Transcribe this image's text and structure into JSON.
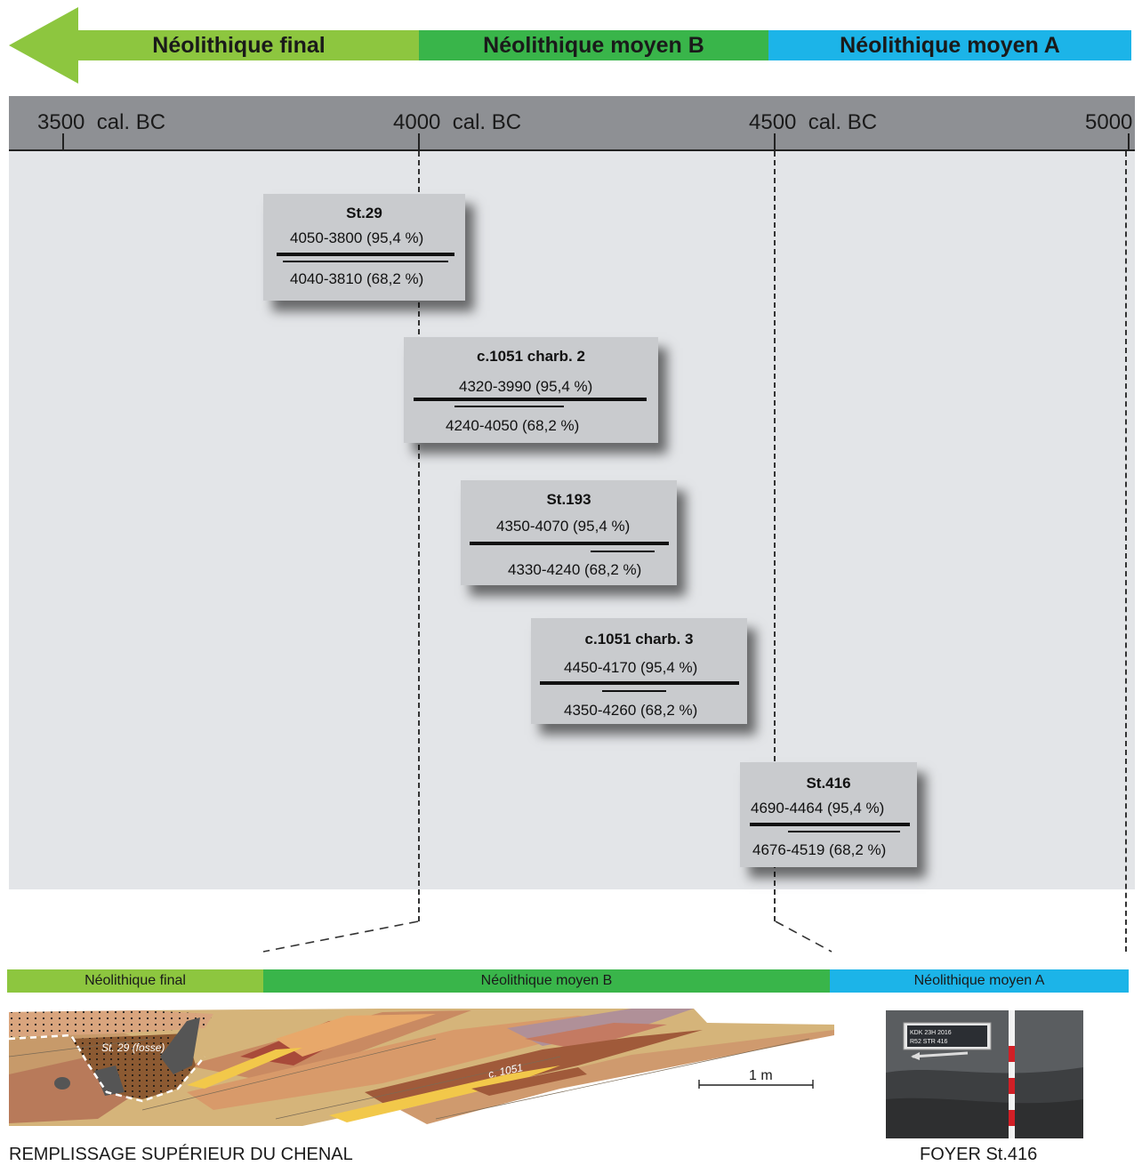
{
  "periods_top": [
    {
      "label": "Néolithique final",
      "color": "#8dc63f"
    },
    {
      "label": "Néolithique moyen B",
      "color": "#39b54a"
    },
    {
      "label": "Néolithique moyen A",
      "color": "#1cb4e8"
    }
  ],
  "axis": {
    "ticks": [
      {
        "value": "3500",
        "unit": "cal. BC"
      },
      {
        "value": "4000",
        "unit": "cal. BC"
      },
      {
        "value": "4500",
        "unit": "cal. BC"
      },
      {
        "value": "5000",
        "unit": ""
      }
    ],
    "bar_color": "#8e9094",
    "plot_background": "#e3e5e8"
  },
  "dates": [
    {
      "name": "St.29",
      "range_95": "4050-3800 (95,4 %)",
      "range_68": "4040-3810 (68,2 %)",
      "from_95": 4050,
      "to_95": 3800,
      "from_68": 4040,
      "to_68": 3810
    },
    {
      "name": "c.1051 charb. 2",
      "range_95": "4320-3990 (95,4 %)",
      "range_68": "4240-4050 (68,2 %)",
      "from_95": 4320,
      "to_95": 3990,
      "from_68": 4240,
      "to_68": 4050
    },
    {
      "name": "St.193",
      "range_95": "4350-4070 (95,4 %)",
      "range_68": "4330-4240 (68,2 %)",
      "from_95": 4350,
      "to_95": 4070,
      "from_68": 4330,
      "to_68": 4240
    },
    {
      "name": "c.1051 charb. 3",
      "range_95": "4450-4170 (95,4 %)",
      "range_68": "4350-4260 (68,2 %)",
      "from_95": 4450,
      "to_95": 4170,
      "from_68": 4350,
      "to_68": 4260
    },
    {
      "name": "St.416",
      "range_95": "4690-4464 (95,4 %)",
      "range_68": "4676-4519 (68,2 %)",
      "from_95": 4690,
      "to_95": 4464,
      "from_68": 4676,
      "to_68": 4519
    }
  ],
  "periods_bottom": [
    {
      "label": "Néolithique final",
      "color": "#8dc63f"
    },
    {
      "label": "Néolithique moyen B",
      "color": "#39b54a"
    },
    {
      "label": "Néolithique moyen A",
      "color": "#1cb4e8"
    }
  ],
  "section": {
    "feature_label": "St. 29 (fosse)",
    "layer_label": "c. 1051",
    "scale_label": "1 m",
    "caption": "REMPLISSAGE SUPÉRIEUR DU CHENAL"
  },
  "photo": {
    "slate_line1": "KDK 23H   2016",
    "slate_line2": "R52   STR 416",
    "caption": "FOYER St.416"
  }
}
